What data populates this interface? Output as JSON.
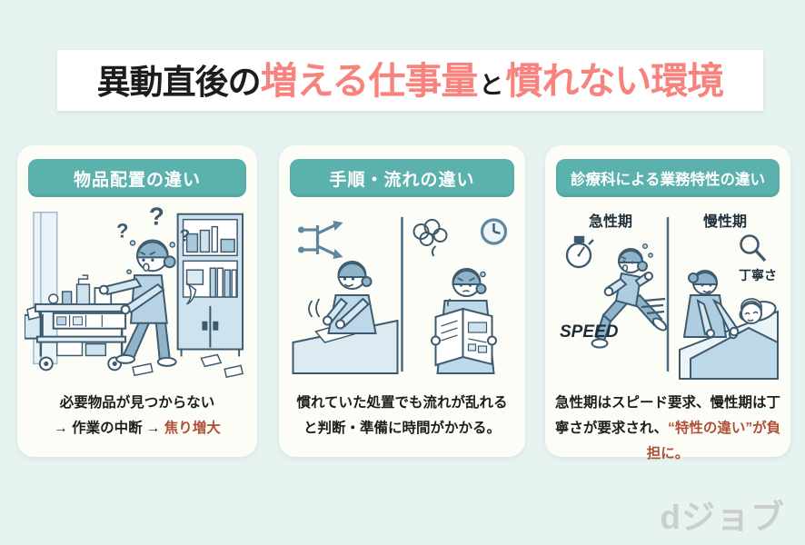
{
  "title": {
    "black1": "異動直後の",
    "accent1": "増える仕事量",
    "black2": "と",
    "accent2": "慣れない環境"
  },
  "cards": [
    {
      "header": "物品配置の違い",
      "illustration": {
        "name": "nurse-searching-supply-cart",
        "question_marks": [
          "?",
          "?",
          "?"
        ]
      },
      "caption": {
        "line1": "必要物品が見つからない",
        "line2_plain": "→ 作業の中断 → ",
        "line2_emphasis": "焦り増大"
      }
    },
    {
      "header": "手順・流れの違い",
      "illustration": {
        "name": "procedure-flow-comparison",
        "icons": [
          "branch-arrows-icon",
          "tangle-icon",
          "clock-icon"
        ]
      },
      "caption": {
        "line1": "慣れていた処置でも流れが乱れる",
        "line2": "と判断・準備に時間がかかる。"
      }
    },
    {
      "header": "診療科による業務特性の違い",
      "illustration": {
        "name": "acute-vs-chronic-comparison",
        "left_label": "急性期",
        "right_label": "慢性期",
        "speed_label": "SPEED",
        "care_label": "丁寧さ",
        "icons": [
          "stopwatch-icon",
          "magnifier-icon"
        ]
      },
      "caption": {
        "plain": "急性期はスピード要求、慢性期は丁寧さが要求され、",
        "emphasis": "“特性の違い”が負担に。"
      }
    }
  ],
  "logo": "dジョブ",
  "colors": {
    "background": "#e7f3f1",
    "banner_bg": "#ffffff",
    "title_black": "#1c1c1c",
    "title_accent": "#f8837e",
    "card_bg": "#fdfdf8",
    "header_pill_teal": "#5bb2ad",
    "caption_emphasis_red": "#b04f35",
    "illustration_ink": "#3d5a6e",
    "logo_gray": "#cbcec9"
  }
}
